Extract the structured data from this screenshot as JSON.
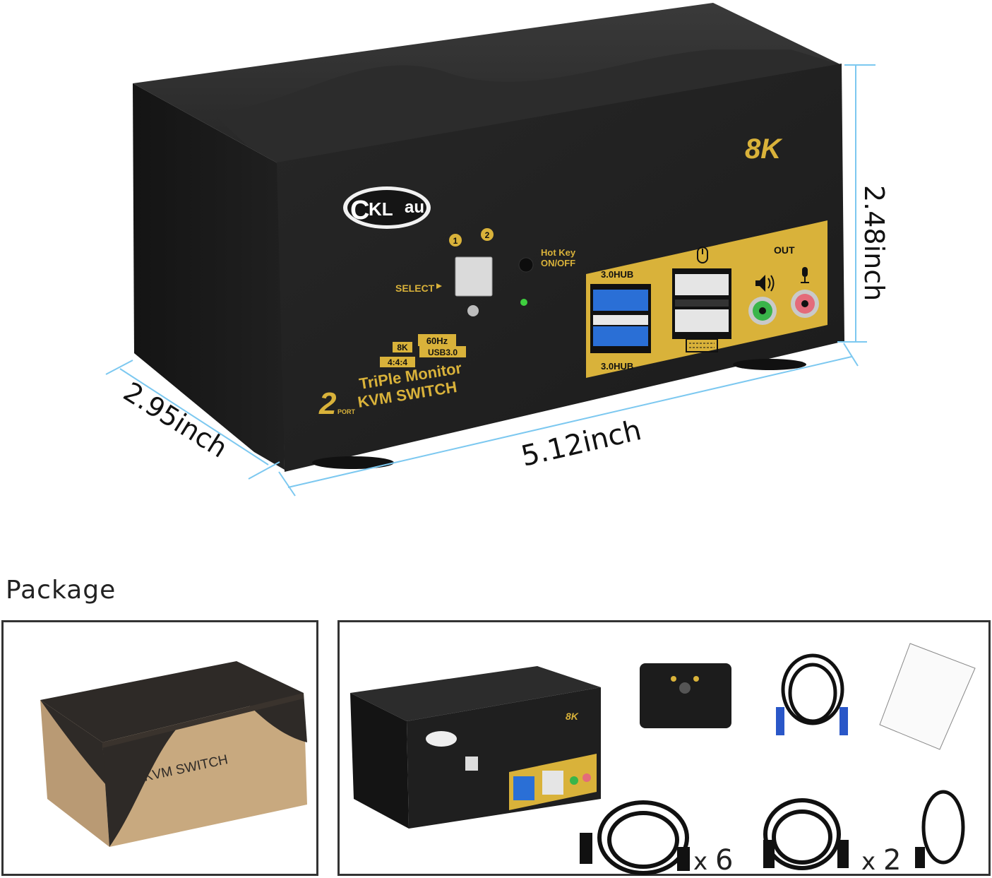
{
  "product": {
    "brand_logo": "CKLau",
    "badge_8k": "8K",
    "panel": {
      "port_1": "1",
      "port_2": "2",
      "select_label": "SELECT",
      "hotkey_label_1": "Hot Key",
      "hotkey_label_2": "ON/OFF",
      "hub_top": "3.0HUB",
      "hub_bottom": "3.0HUB",
      "out_label": "OUT",
      "spec_8k": "8K",
      "spec_60hz": "60Hz",
      "spec_444": "4:4:4",
      "spec_usb": "USB3.0",
      "line_1": "TriPle Monitor",
      "line_2": "KVM SWITCH",
      "port_count": "2",
      "port_word": "PORT"
    }
  },
  "dimensions": {
    "height": "2.48inch",
    "width": "5.12inch",
    "depth": "2.95inch",
    "line_color": "#7cc8f0"
  },
  "package": {
    "title": "Package",
    "box_label": "KVM SWITCH",
    "hdmi_qty_prefix": "x",
    "hdmi_qty": "6",
    "usb_qty_prefix": "x",
    "usb_qty": "2"
  },
  "icons": [
    "mouse-icon",
    "keyboard-icon",
    "speaker-icon",
    "microphone-icon"
  ],
  "colors": {
    "gold": "#d9b23a",
    "body": "#1d1d1d",
    "usb_blue": "#2a6fd6"
  }
}
